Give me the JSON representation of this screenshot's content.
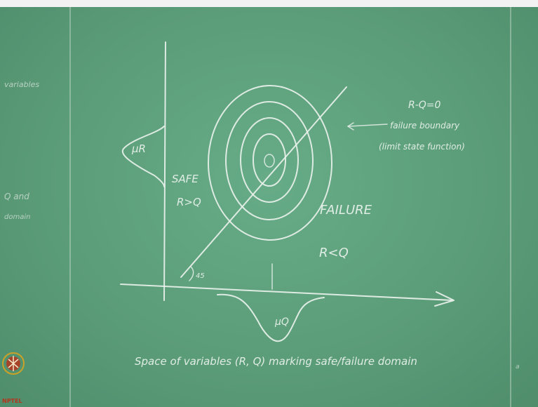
{
  "diagram": {
    "mu_r_label": "μR",
    "mu_q_label": "μQ",
    "safe_label": "SAFE",
    "safe_condition": "R>Q",
    "failure_label": "FAILURE",
    "failure_condition": "R<Q",
    "boundary_equation": "R-Q=0",
    "boundary_name": "failure boundary",
    "boundary_note": "(limit state function)",
    "angle_label": "45",
    "caption": "Space of variables (R, Q) marking safe/failure domain"
  },
  "left_board": {
    "line_1": "variables",
    "line_2": "Q and",
    "line_3": "domain"
  },
  "logo": {
    "text": "NPTEL",
    "accent_color": "#b5361f",
    "ring_color": "#c9a227"
  }
}
